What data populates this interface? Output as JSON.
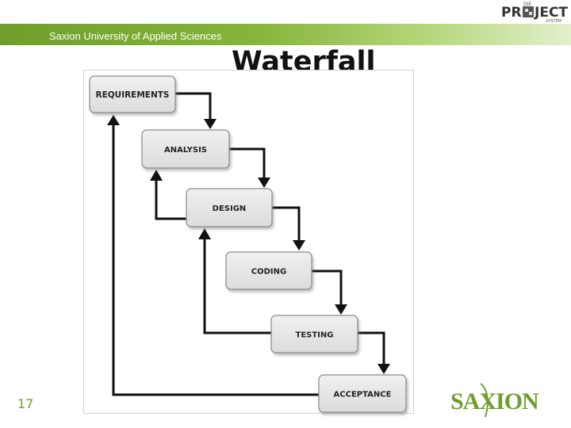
{
  "header": {
    "institution": "Saxion University of Applied Sciences",
    "logo_text": {
      "top": "DIE",
      "main_left": "PR",
      "main_right": "JECT",
      "bottom": "SYSTEM"
    },
    "accent_color": "#7bab34"
  },
  "title": "Waterfall",
  "diagram": {
    "stages": [
      "REQUIREMENTS",
      "ANALYSIS",
      "DESIGN",
      "CODING",
      "TESTING",
      "ACCEPTANCE"
    ],
    "forward_flow": [
      [
        0,
        1
      ],
      [
        1,
        2
      ],
      [
        2,
        3
      ],
      [
        3,
        4
      ],
      [
        4,
        5
      ]
    ],
    "feedback_flow": [
      [
        5,
        0
      ],
      [
        2,
        1
      ],
      [
        4,
        2
      ]
    ]
  },
  "page_number": "17",
  "footer_logo": "SAXION",
  "colors": {
    "brand_green": "#6f9e2c",
    "box_fill": "#e4e4e4",
    "box_border": "#8a8a8a"
  }
}
